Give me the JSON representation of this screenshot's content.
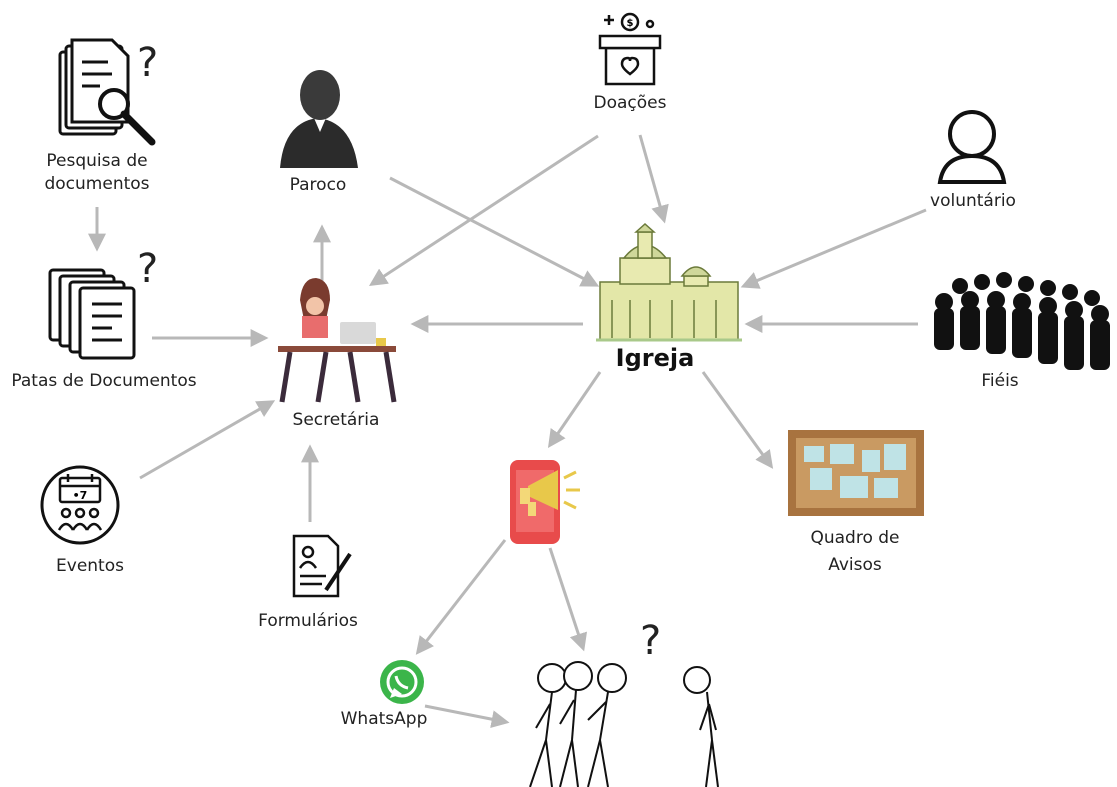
{
  "nodes": {
    "pesquisa": {
      "line1": "Pesquisa de",
      "line2": "documentos"
    },
    "patas": {
      "label": "Patas de Documentos"
    },
    "eventos": {
      "label": "Eventos",
      "calendar_text": "•7"
    },
    "paroco": {
      "label": "Paroco"
    },
    "secretaria": {
      "label": "Secretária"
    },
    "formularios": {
      "label": "Formulários"
    },
    "doacoes": {
      "label": "Doações",
      "coin_text": "$"
    },
    "igreja": {
      "label": "Igreja"
    },
    "voluntario": {
      "label": "voluntário"
    },
    "fieis": {
      "label": "Fiéis"
    },
    "quadro": {
      "line1": "Quadro de",
      "line2": "Avisos"
    },
    "whatsapp": {
      "label": "WhatsApp"
    }
  },
  "question_mark": "?",
  "colors": {
    "arrow": "#b8b8b8",
    "phone": "#e84b4b",
    "megaphone": "#e8c84a",
    "whatsapp": "#3bb54a",
    "board_frame": "#a8733f",
    "board_cork": "#c99a62",
    "note": "#bfe3e6",
    "church": "#a9c98a"
  }
}
